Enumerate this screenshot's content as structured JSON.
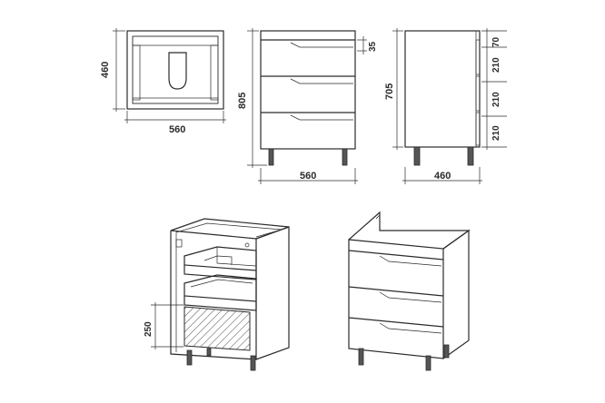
{
  "views": {
    "top": {
      "width_label": "560",
      "depth_label": "460"
    },
    "front": {
      "height_label": "805",
      "width_label": "560",
      "top_offset_label": "35"
    },
    "side": {
      "height_label": "705",
      "depth_label": "460",
      "segment_labels": [
        "70",
        "210",
        "210",
        "210"
      ]
    },
    "iso_open": {
      "hatch_height_label": "250"
    }
  }
}
